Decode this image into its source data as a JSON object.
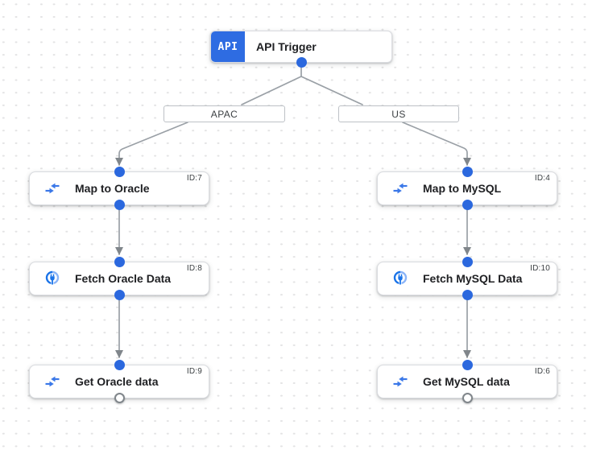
{
  "colors": {
    "accent_blue": "#2e6ce2",
    "port_blue": "#2b68de",
    "icon_blue": "#3b78e8",
    "connector_dark_blue": "#1a73e8",
    "connector_light_blue": "#8ab4f8",
    "edge_gray": "#9aa0a6",
    "arrow_gray": "#80868b",
    "node_border": "#dadce0",
    "text_dark": "#202124",
    "text_gray": "#3c4043"
  },
  "trigger": {
    "badge": "API",
    "title": "API Trigger"
  },
  "branches": [
    {
      "label": "APAC"
    },
    {
      "label": "US"
    }
  ],
  "columns": [
    {
      "branch": "APAC",
      "nodes": [
        {
          "title": "Map to Oracle",
          "id_label": "ID:7",
          "icon": "data-mapping-icon"
        },
        {
          "title": "Fetch Oracle Data",
          "id_label": "ID:8",
          "icon": "connector-icon"
        },
        {
          "title": "Get Oracle data",
          "id_label": "ID:9",
          "icon": "data-mapping-icon"
        }
      ]
    },
    {
      "branch": "US",
      "nodes": [
        {
          "title": "Map to MySQL",
          "id_label": "ID:4",
          "icon": "data-mapping-icon"
        },
        {
          "title": "Fetch MySQL Data",
          "id_label": "ID:10",
          "icon": "connector-icon"
        },
        {
          "title": "Get MySQL data",
          "id_label": "ID:6",
          "icon": "data-mapping-icon"
        }
      ]
    }
  ]
}
